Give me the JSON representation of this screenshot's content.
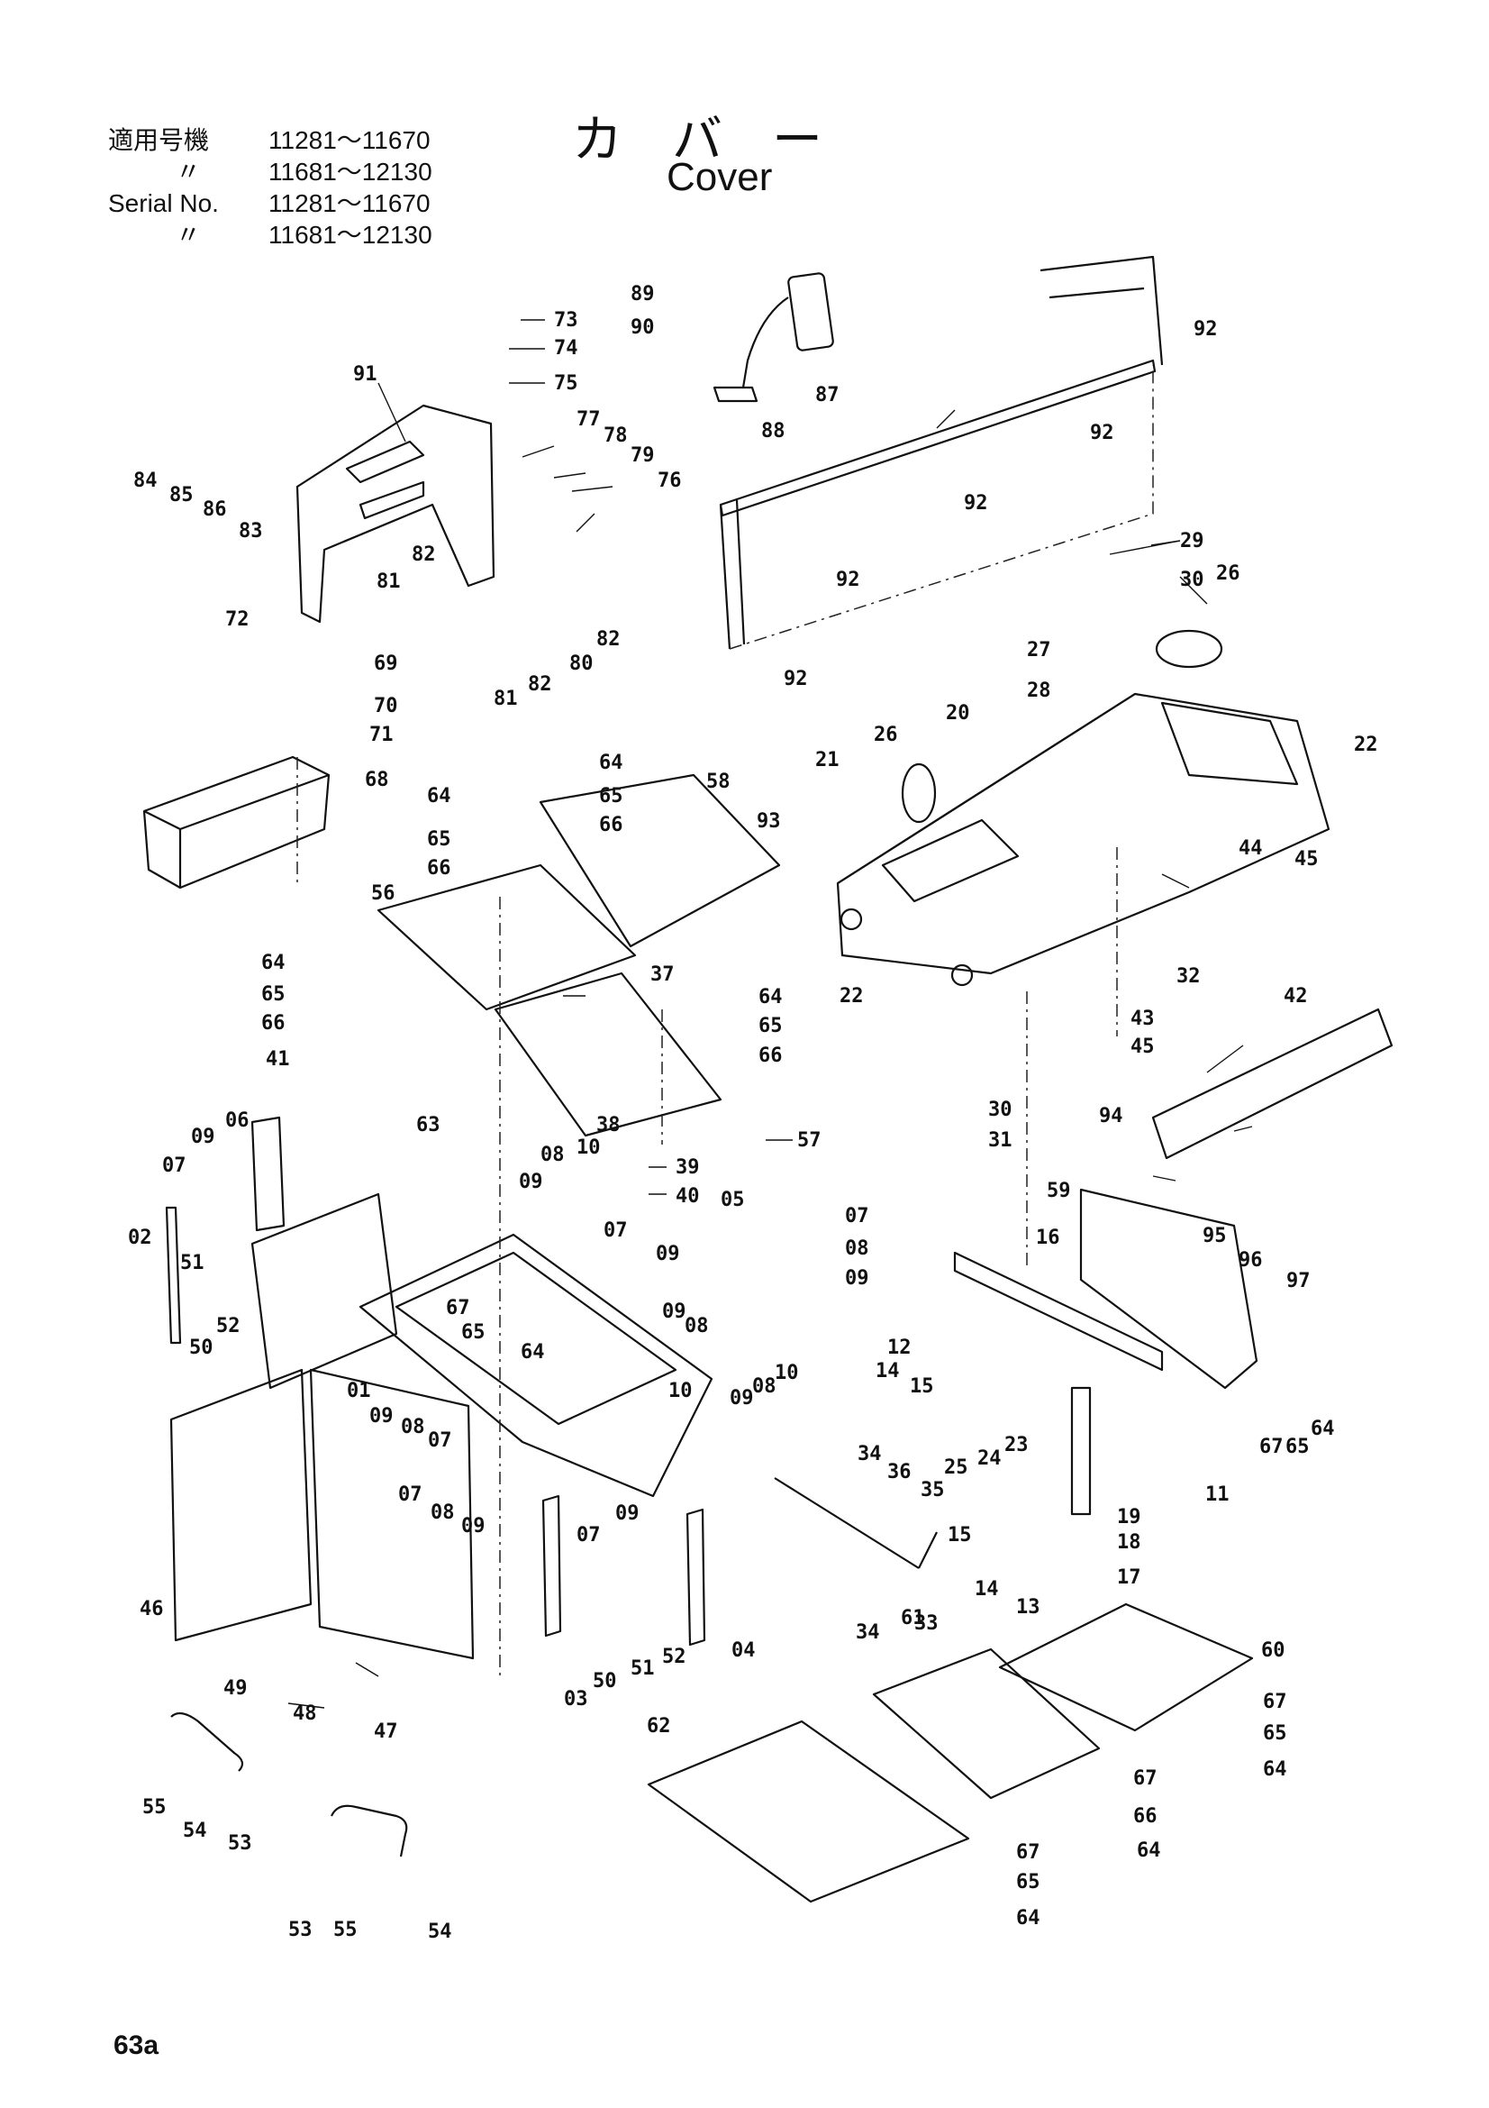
{
  "header": {
    "rows": [
      {
        "label": "適用号機",
        "range": "11281～11670",
        "ditto": false
      },
      {
        "label": "〃",
        "range": "11681～12130",
        "ditto": true
      },
      {
        "label": "Serial No.",
        "range": "11281～11670",
        "ditto": false
      },
      {
        "label": "〃",
        "range": "11681～12130",
        "ditto": true
      }
    ]
  },
  "title": {
    "jp": "カバー",
    "en": "Cover"
  },
  "page_id": "63a",
  "callouts": {
    "c01": "01",
    "c02": "02",
    "c03": "03",
    "c04": "04",
    "c05": "05",
    "c06": "06",
    "c07": "07",
    "c08": "08",
    "c09": "09",
    "c10": "10",
    "c11": "11",
    "c12": "12",
    "c13": "13",
    "c14": "14",
    "c15": "15",
    "c16": "16",
    "c17": "17",
    "c18": "18",
    "c19": "19",
    "c20": "20",
    "c21": "21",
    "c22": "22",
    "c23": "23",
    "c24": "24",
    "c25": "25",
    "c26": "26",
    "c27": "27",
    "c28": "28",
    "c29": "29",
    "c30": "30",
    "c31": "31",
    "c32": "32",
    "c33": "33",
    "c34": "34",
    "c35": "35",
    "c36": "36",
    "c37": "37",
    "c38": "38",
    "c39": "39",
    "c40": "40",
    "c41": "41",
    "c42": "42",
    "c43": "43",
    "c44": "44",
    "c45": "45",
    "c46": "46",
    "c47": "47",
    "c48": "48",
    "c49": "49",
    "c50": "50",
    "c51": "51",
    "c52": "52",
    "c53": "53",
    "c54": "54",
    "c55": "55",
    "c56": "56",
    "c57": "57",
    "c58": "58",
    "c59": "59",
    "c60": "60",
    "c61": "61",
    "c62": "62",
    "c63": "63",
    "c64": "64",
    "c65": "65",
    "c66": "66",
    "c67": "67",
    "c68": "68",
    "c69": "69",
    "c70": "70",
    "c71": "71",
    "c72": "72",
    "c73": "73",
    "c74": "74",
    "c75": "75",
    "c76": "76",
    "c77": "77",
    "c78": "78",
    "c79": "79",
    "c80": "80",
    "c81": "81",
    "c82": "82",
    "c83": "83",
    "c84": "84",
    "c85": "85",
    "c86": "86",
    "c87": "87",
    "c88": "88",
    "c89": "89",
    "c90": "90",
    "c91": "91",
    "c92": "92",
    "c93": "93",
    "c94": "94",
    "c95": "95",
    "c96": "96",
    "c97": "97"
  }
}
